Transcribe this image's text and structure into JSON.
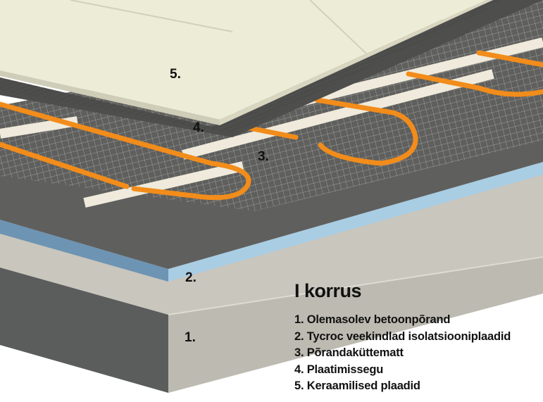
{
  "title": "I korrus",
  "layer_labels": [
    "1.",
    "2.",
    "3.",
    "4.",
    "5."
  ],
  "legend": [
    "1. Olemasolev betoonpõrand",
    "2. Tycroc veekindlad isolatsiooniplaadid",
    "3. Põrandaküttematt",
    "4. Plaatimissegu",
    "5. Keraamilised plaadid"
  ],
  "colors": {
    "concrete_top": "#c9c6bd",
    "concrete_front": "#bcb9b0",
    "concrete_side": "#5b5d5d",
    "insulation": "#a9cde3",
    "mat": "#5f5f5d",
    "cable": "#f28c1a",
    "tile": "#edecd6"
  }
}
